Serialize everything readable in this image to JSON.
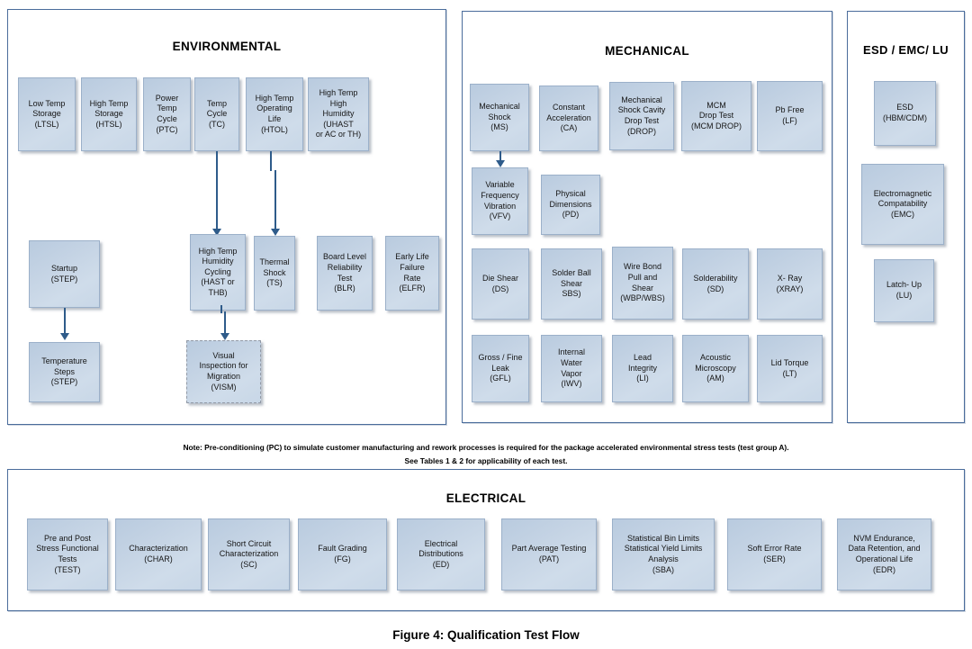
{
  "figure": {
    "caption": "Figure 4:  Qualification Test Flow"
  },
  "note": {
    "line1": "Note:  Pre-conditioning (PC) to simulate customer manufacturing and rework processes is required for the package accelerated environmental stress tests (test group A).",
    "line2": "See Tables 1 & 2 for applicability of each test."
  },
  "panels": {
    "environmental": {
      "title": "ENVIRONMENTAL",
      "boxes": [
        {
          "id": "ltsl",
          "label": "Low Temp\nStorage\n(LTSL)"
        },
        {
          "id": "htsl",
          "label": "High Temp\nStorage\n(HTSL)"
        },
        {
          "id": "ptc",
          "label": "Power\nTemp\nCycle\n(PTC)"
        },
        {
          "id": "tc",
          "label": "Temp\nCycle\n(TC)"
        },
        {
          "id": "htol",
          "label": "High Temp\nOperating\nLife\n(HTOL)"
        },
        {
          "id": "uhast",
          "label": "High Temp\nHigh\nHumidity\n(UHAST\nor AC or TH)"
        },
        {
          "id": "step_startup",
          "label": "Startup\n(STEP)"
        },
        {
          "id": "hast",
          "label": "High Temp\nHumidity\nCycling\n(HAST or\nTHB)"
        },
        {
          "id": "ts",
          "label": "Thermal\nShock\n(TS)"
        },
        {
          "id": "blr",
          "label": "Board Level\nReliability\nTest\n(BLR)"
        },
        {
          "id": "elfr",
          "label": "Early Life\nFailure\nRate\n(ELFR)"
        },
        {
          "id": "step_temp",
          "label": "Temperature\nSteps\n(STEP)"
        },
        {
          "id": "vism",
          "label": "Visual\nInspection for\nMigration\n(VISM)"
        }
      ]
    },
    "mechanical": {
      "title": "MECHANICAL",
      "boxes": [
        {
          "id": "ms",
          "label": "Mechanical\nShock\n(MS)"
        },
        {
          "id": "ca",
          "label": "Constant\nAcceleration\n(CA)"
        },
        {
          "id": "drop",
          "label": "Mechanical\nShock Cavity\nDrop Test\n(DROP)"
        },
        {
          "id": "mcmdrop",
          "label": "MCM\nDrop Test\n(MCM DROP)"
        },
        {
          "id": "lf",
          "label": "Pb Free\n(LF)"
        },
        {
          "id": "vfv",
          "label": "Variable\nFrequency\nVibration\n(VFV)"
        },
        {
          "id": "pd",
          "label": "Physical\nDimensions\n(PD)"
        },
        {
          "id": "ds",
          "label": "Die Shear\n(DS)"
        },
        {
          "id": "sbs",
          "label": "Solder Ball\nShear\nSBS)"
        },
        {
          "id": "wbp",
          "label": "Wire Bond\nPull and\nShear\n(WBP/WBS)"
        },
        {
          "id": "sd",
          "label": "Solderability\n(SD)"
        },
        {
          "id": "xray",
          "label": "X- Ray\n(XRAY)"
        },
        {
          "id": "gfl",
          "label": "Gross / Fine\nLeak\n(GFL)"
        },
        {
          "id": "iwv",
          "label": "Internal\nWater\nVapor\n(IWV)"
        },
        {
          "id": "li",
          "label": "Lead\nIntegrity\n(LI)"
        },
        {
          "id": "am",
          "label": "Acoustic\nMicroscopy\n(AM)"
        },
        {
          "id": "lt",
          "label": "Lid Torque\n(LT)"
        }
      ]
    },
    "esd": {
      "title": "ESD / EMC/ LU",
      "boxes": [
        {
          "id": "esd",
          "label": "ESD\n(HBM/CDM)"
        },
        {
          "id": "emc",
          "label": "Electromagnetic\nCompatability\n(EMC)"
        },
        {
          "id": "lu",
          "label": "Latch- Up\n(LU)"
        }
      ]
    },
    "electrical": {
      "title": "ELECTRICAL",
      "boxes": [
        {
          "id": "test",
          "label": "Pre and Post\nStress Functional\nTests\n(TEST)"
        },
        {
          "id": "char",
          "label": "Characterization\n(CHAR)"
        },
        {
          "id": "sc",
          "label": "Short Circuit\nCharacterization\n(SC)"
        },
        {
          "id": "fg",
          "label": "Fault Grading\n(FG)"
        },
        {
          "id": "ed",
          "label": "Electrical\nDistributions\n(ED)"
        },
        {
          "id": "pat",
          "label": "Part Average Testing\n(PAT)"
        },
        {
          "id": "sba",
          "label": "Statistical Bin Limits\nStatistical Yield Limits\nAnalysis\n(SBA)"
        },
        {
          "id": "ser",
          "label": "Soft Error Rate\n(SER)"
        },
        {
          "id": "edr",
          "label": "NVM Endurance,\nData Retention, and\nOperational Life\n(EDR)"
        }
      ]
    }
  },
  "colors": {
    "panel_border": "#4a6c9b",
    "box_fill_top": "#b9cbdf",
    "box_fill_bottom": "#cfdcea",
    "box_border": "#9bb0c9",
    "arrow": "#2e5b8a"
  }
}
